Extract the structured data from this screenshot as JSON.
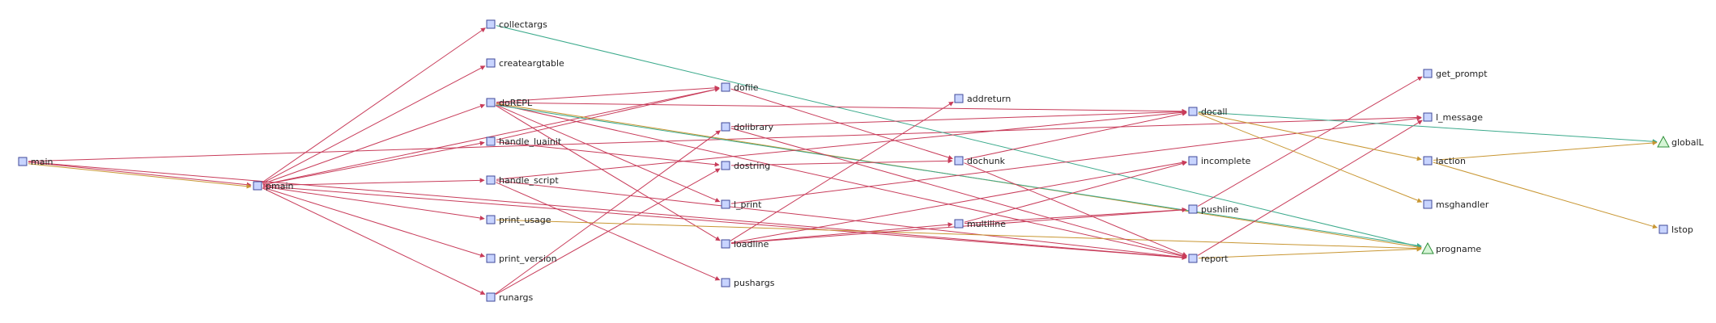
{
  "diagram": {
    "type": "call-graph",
    "colors": {
      "call_edge": "#c83c5a",
      "read_edge": "#c89632",
      "write_edge": "#3caa8c",
      "function_fill": "#c8d4ff",
      "function_stroke": "#404a99",
      "variable_fill": "#d6f5d6",
      "variable_stroke": "#2f8f3a"
    },
    "nodes": [
      {
        "id": "main",
        "label": "main",
        "kind": "function",
        "icon": "function-box-icon"
      },
      {
        "id": "pmain",
        "label": "pmain",
        "kind": "function",
        "icon": "function-box-icon"
      },
      {
        "id": "collectargs",
        "label": "collectargs",
        "kind": "function",
        "icon": "function-box-icon"
      },
      {
        "id": "createargtable",
        "label": "createargtable",
        "kind": "function",
        "icon": "function-box-icon"
      },
      {
        "id": "doREPL",
        "label": "doREPL",
        "kind": "function",
        "icon": "function-box-icon"
      },
      {
        "id": "handle_luainit",
        "label": "handle_luainit",
        "kind": "function",
        "icon": "function-box-icon"
      },
      {
        "id": "handle_script",
        "label": "handle_script",
        "kind": "function",
        "icon": "function-box-icon"
      },
      {
        "id": "print_usage",
        "label": "print_usage",
        "kind": "function",
        "icon": "function-box-icon"
      },
      {
        "id": "print_version",
        "label": "print_version",
        "kind": "function",
        "icon": "function-box-icon"
      },
      {
        "id": "runargs",
        "label": "runargs",
        "kind": "function",
        "icon": "function-box-icon"
      },
      {
        "id": "dofile",
        "label": "dofile",
        "kind": "function",
        "icon": "function-box-icon"
      },
      {
        "id": "dolibrary",
        "label": "dolibrary",
        "kind": "function",
        "icon": "function-box-icon"
      },
      {
        "id": "dostring",
        "label": "dostring",
        "kind": "function",
        "icon": "function-box-icon"
      },
      {
        "id": "l_print",
        "label": "l_print",
        "kind": "function",
        "icon": "function-box-icon"
      },
      {
        "id": "loadline",
        "label": "loadline",
        "kind": "function",
        "icon": "function-box-icon"
      },
      {
        "id": "pushargs",
        "label": "pushargs",
        "kind": "function",
        "icon": "function-box-icon"
      },
      {
        "id": "addreturn",
        "label": "addreturn",
        "kind": "function",
        "icon": "function-box-icon"
      },
      {
        "id": "dochunk",
        "label": "dochunk",
        "kind": "function",
        "icon": "function-box-icon"
      },
      {
        "id": "multiline",
        "label": "multiline",
        "kind": "function",
        "icon": "function-box-icon"
      },
      {
        "id": "docall",
        "label": "docall",
        "kind": "function",
        "icon": "function-box-icon"
      },
      {
        "id": "incomplete",
        "label": "incomplete",
        "kind": "function",
        "icon": "function-box-icon"
      },
      {
        "id": "pushline",
        "label": "pushline",
        "kind": "function",
        "icon": "function-box-icon"
      },
      {
        "id": "report",
        "label": "report",
        "kind": "function",
        "icon": "function-box-icon"
      },
      {
        "id": "get_prompt",
        "label": "get_prompt",
        "kind": "function",
        "icon": "function-box-icon"
      },
      {
        "id": "l_message",
        "label": "l_message",
        "kind": "function",
        "icon": "function-box-icon"
      },
      {
        "id": "laction",
        "label": "laction",
        "kind": "function",
        "icon": "function-box-icon"
      },
      {
        "id": "msghandler",
        "label": "msghandler",
        "kind": "function",
        "icon": "function-box-icon"
      },
      {
        "id": "progname",
        "label": "progname",
        "kind": "variable",
        "icon": "variable-triangle-icon"
      },
      {
        "id": "globalL",
        "label": "globalL",
        "kind": "variable",
        "icon": "variable-triangle-icon"
      },
      {
        "id": "lstop",
        "label": "lstop",
        "kind": "function",
        "icon": "function-box-icon"
      }
    ],
    "edges": [
      {
        "from": "main",
        "to": "pmain",
        "kind": "call"
      },
      {
        "from": "main",
        "to": "pmain",
        "kind": "read"
      },
      {
        "from": "main",
        "to": "l_message",
        "kind": "call"
      },
      {
        "from": "main",
        "to": "report",
        "kind": "call"
      },
      {
        "from": "pmain",
        "to": "collectargs",
        "kind": "call"
      },
      {
        "from": "pmain",
        "to": "createargtable",
        "kind": "call"
      },
      {
        "from": "pmain",
        "to": "doREPL",
        "kind": "call"
      },
      {
        "from": "pmain",
        "to": "handle_luainit",
        "kind": "call"
      },
      {
        "from": "pmain",
        "to": "handle_script",
        "kind": "call"
      },
      {
        "from": "pmain",
        "to": "print_usage",
        "kind": "call"
      },
      {
        "from": "pmain",
        "to": "print_version",
        "kind": "call"
      },
      {
        "from": "pmain",
        "to": "runargs",
        "kind": "call"
      },
      {
        "from": "pmain",
        "to": "dofile",
        "kind": "call"
      },
      {
        "from": "pmain",
        "to": "report",
        "kind": "call"
      },
      {
        "from": "collectargs",
        "to": "progname",
        "kind": "write"
      },
      {
        "from": "doREPL",
        "to": "dofile",
        "kind": "call"
      },
      {
        "from": "doREPL",
        "to": "docall",
        "kind": "call"
      },
      {
        "from": "doREPL",
        "to": "l_print",
        "kind": "call"
      },
      {
        "from": "doREPL",
        "to": "loadline",
        "kind": "call"
      },
      {
        "from": "doREPL",
        "to": "report",
        "kind": "call"
      },
      {
        "from": "doREPL",
        "to": "progname",
        "kind": "read"
      },
      {
        "from": "doREPL",
        "to": "progname",
        "kind": "write"
      },
      {
        "from": "handle_luainit",
        "to": "dostring",
        "kind": "call"
      },
      {
        "from": "handle_luainit",
        "to": "dofile",
        "kind": "call"
      },
      {
        "from": "handle_script",
        "to": "docall",
        "kind": "call"
      },
      {
        "from": "handle_script",
        "to": "pushargs",
        "kind": "call"
      },
      {
        "from": "handle_script",
        "to": "report",
        "kind": "call"
      },
      {
        "from": "print_usage",
        "to": "progname",
        "kind": "read"
      },
      {
        "from": "runargs",
        "to": "dolibrary",
        "kind": "call"
      },
      {
        "from": "runargs",
        "to": "dostring",
        "kind": "call"
      },
      {
        "from": "dofile",
        "to": "dochunk",
        "kind": "call"
      },
      {
        "from": "dolibrary",
        "to": "docall",
        "kind": "call"
      },
      {
        "from": "dolibrary",
        "to": "report",
        "kind": "call"
      },
      {
        "from": "dostring",
        "to": "dochunk",
        "kind": "call"
      },
      {
        "from": "l_print",
        "to": "l_message",
        "kind": "call"
      },
      {
        "from": "loadline",
        "to": "addreturn",
        "kind": "call"
      },
      {
        "from": "loadline",
        "to": "multiline",
        "kind": "call"
      },
      {
        "from": "loadline",
        "to": "pushline",
        "kind": "call"
      },
      {
        "from": "loadline",
        "to": "incomplete",
        "kind": "call"
      },
      {
        "from": "dochunk",
        "to": "docall",
        "kind": "call"
      },
      {
        "from": "dochunk",
        "to": "report",
        "kind": "call"
      },
      {
        "from": "multiline",
        "to": "pushline",
        "kind": "call"
      },
      {
        "from": "multiline",
        "to": "incomplete",
        "kind": "call"
      },
      {
        "from": "pushline",
        "to": "get_prompt",
        "kind": "call"
      },
      {
        "from": "report",
        "to": "l_message",
        "kind": "call"
      },
      {
        "from": "report",
        "to": "progname",
        "kind": "read"
      },
      {
        "from": "docall",
        "to": "laction",
        "kind": "read"
      },
      {
        "from": "docall",
        "to": "msghandler",
        "kind": "read"
      },
      {
        "from": "docall",
        "to": "globalL",
        "kind": "write"
      },
      {
        "from": "laction",
        "to": "globalL",
        "kind": "read"
      },
      {
        "from": "laction",
        "to": "lstop",
        "kind": "read"
      }
    ]
  }
}
